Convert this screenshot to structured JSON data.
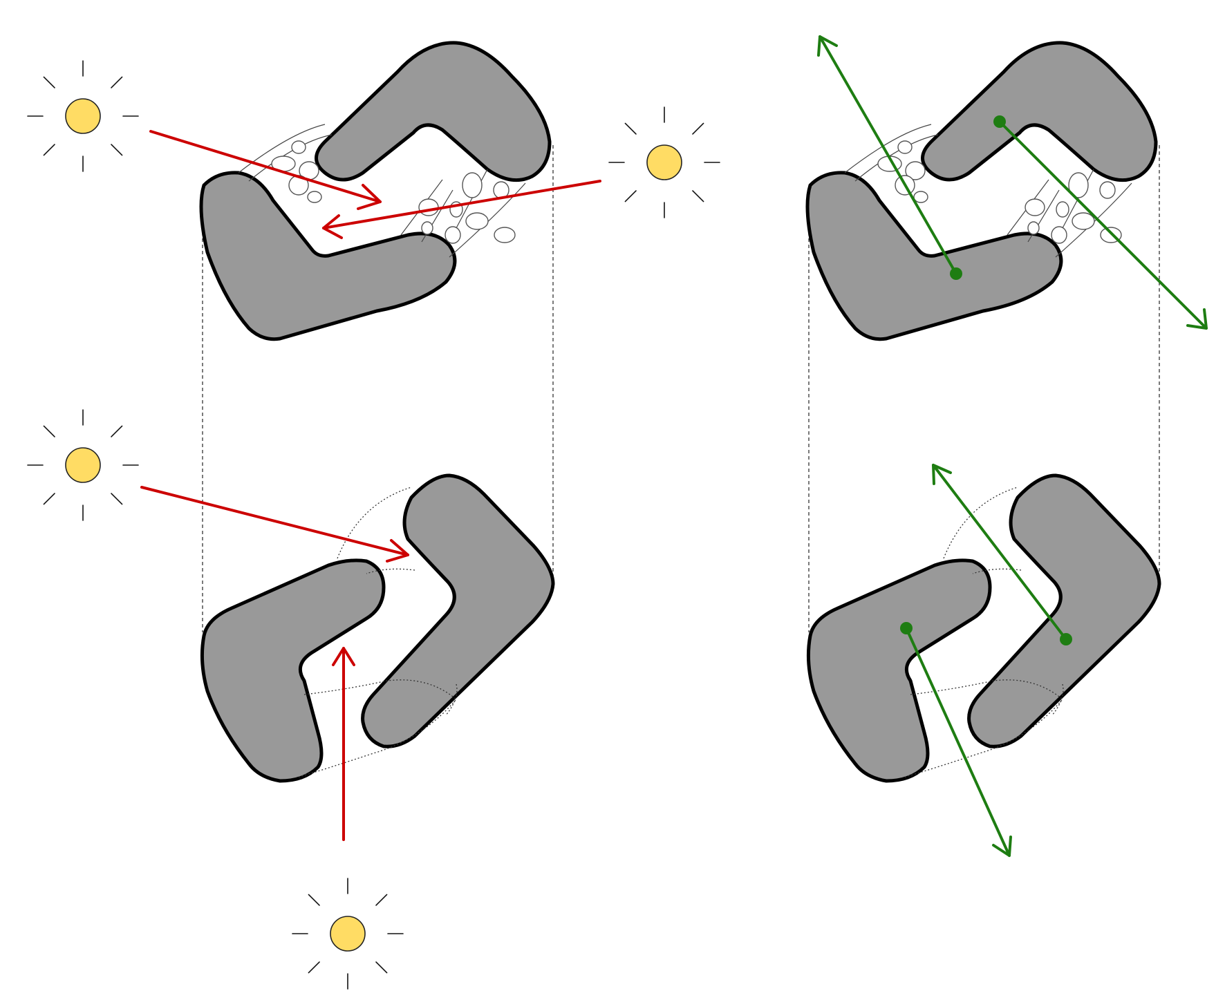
{
  "colors": {
    "block": "#999999",
    "outline": "#000000",
    "sun": "#FFDC64",
    "sun_ray": "#CC0000",
    "view_axis": "#1E7D12"
  },
  "icons": [
    "sun-icon",
    "sunlight-arrow",
    "view-axis-arrow",
    "view-point"
  ],
  "panels": [
    {
      "name": "solar-exposure-diagram",
      "suns": 4,
      "sunlight_arrows": 4
    },
    {
      "name": "view-axis-diagram",
      "view_axes": 4
    }
  ]
}
